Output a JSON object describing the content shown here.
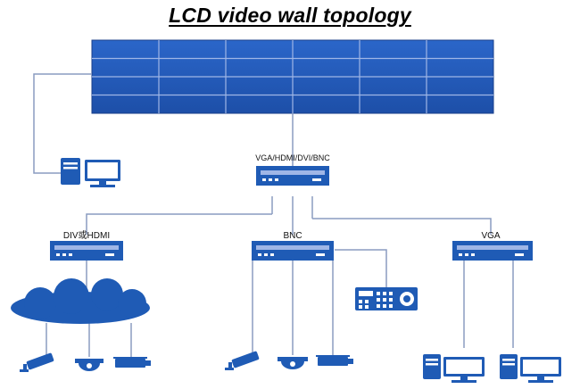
{
  "title": "LCD video wall topology",
  "labels": {
    "main_processor": "VGA/HDMI/DVI/BNC",
    "dvi_hdmi": "DIV或HDMI",
    "bnc": "BNC",
    "vga": "VGA"
  },
  "video_wall": {
    "columns": 6,
    "rows": 4
  },
  "colors": {
    "blue": "#1f5bb5",
    "line": "#7f93b8",
    "screen": "#3a6fd0"
  }
}
